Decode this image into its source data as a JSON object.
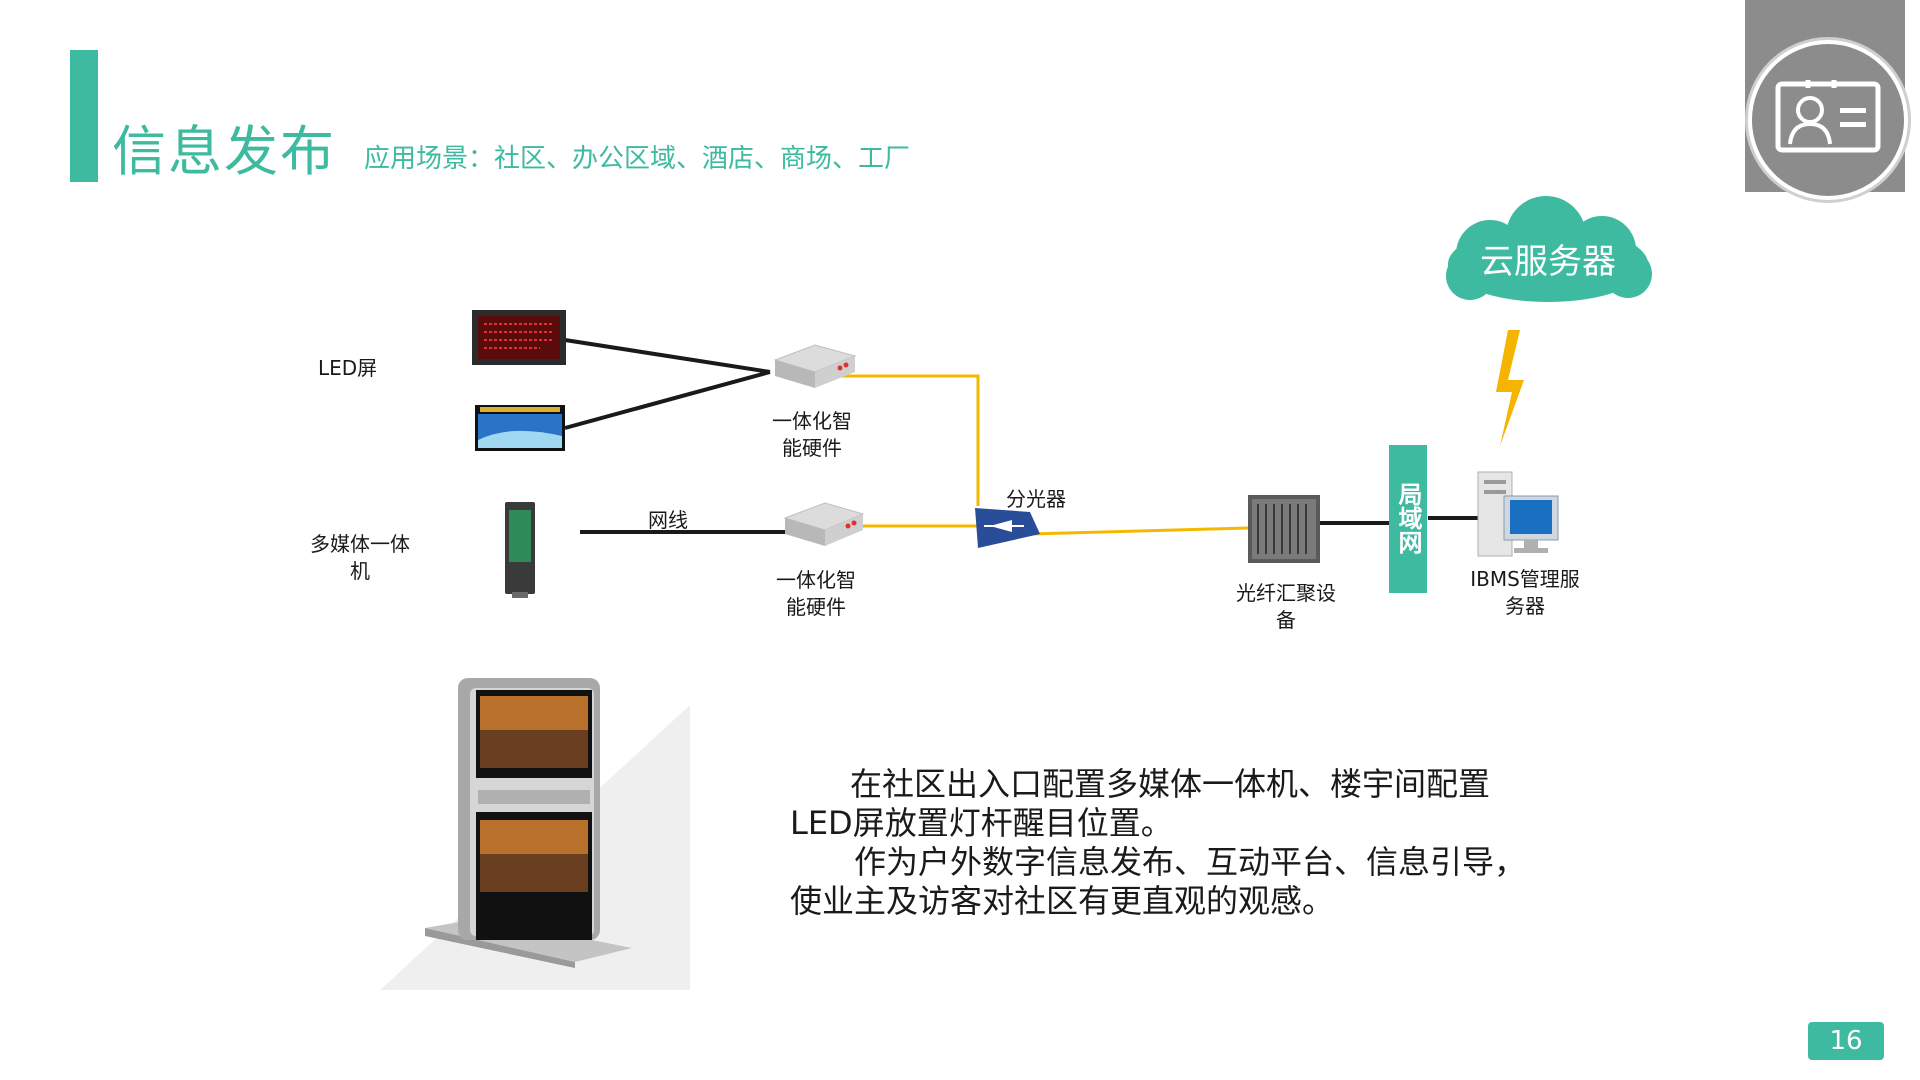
{
  "header": {
    "title": "信息发布",
    "subtitle": "应用场景：社区、办公区域、酒店、商场、工厂"
  },
  "diagram": {
    "led_label": "LED屏",
    "multimedia_label_line1": "多媒体一体",
    "multimedia_label_line2": "机",
    "cable_label": "网线",
    "hardware1_line1": "一体化智",
    "hardware1_line2": "能硬件",
    "hardware2_line1": "一体化智",
    "hardware2_line2": "能硬件",
    "splitter_label": "分光器",
    "aggregator_line1": "光纤汇聚设",
    "aggregator_line2": "备",
    "lan_label": "局域网",
    "server_line1": "IBMS管理服",
    "server_line2": "务器",
    "cloud_label": "云服务器"
  },
  "description": {
    "line1": "在社区出入口配置多媒体一体机、楼宇间配置",
    "line2": "LED屏放置灯杆醒目位置。",
    "line3": "作为户外数字信息发布、互动平台、信息引导，",
    "line4": "使业主及访客对社区有更直观的观感。"
  },
  "footer": {
    "page_number": "16"
  },
  "colors": {
    "accent": "#3dba9f",
    "fiber": "#f5b800",
    "cable": "#1a1a1a",
    "lightning": "#f5b400",
    "corner_gray": "#8c8c8c"
  },
  "icons": {
    "corner": "contact-card-icon",
    "lightning": "lightning-icon",
    "cloud": "cloud-icon"
  }
}
